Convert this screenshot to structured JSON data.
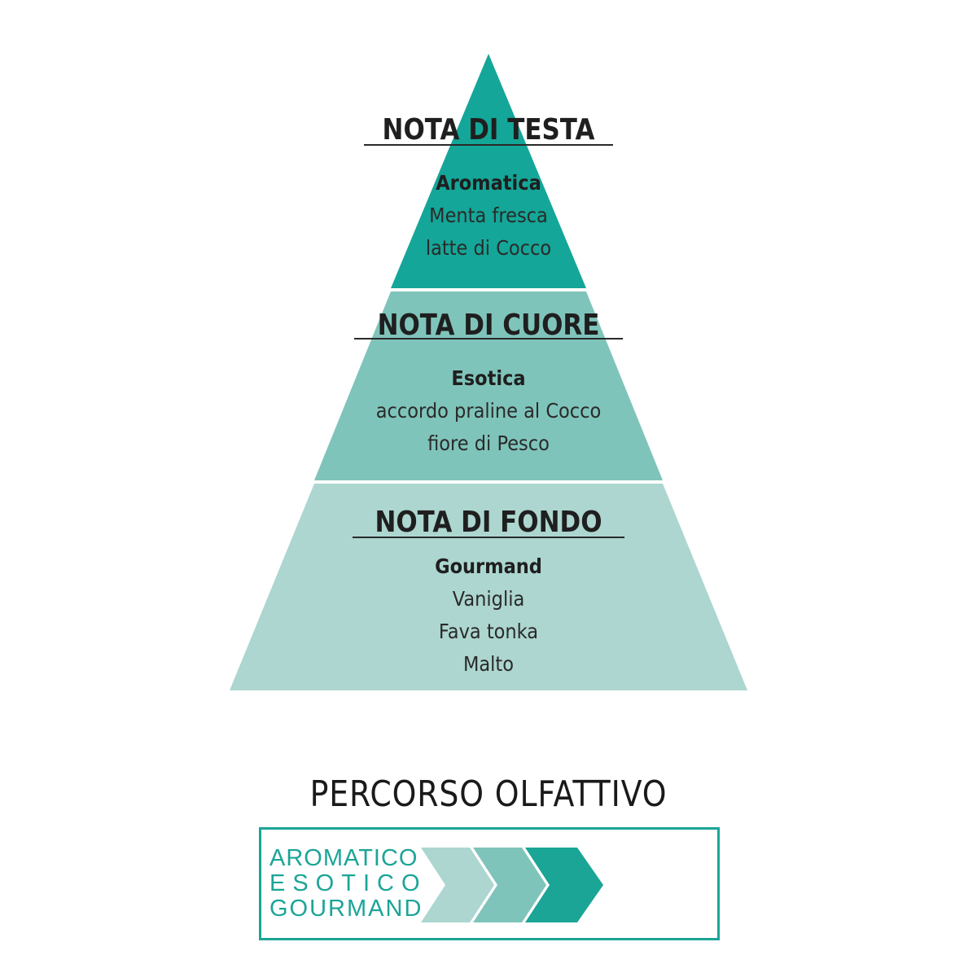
{
  "pyramid": {
    "tiers": [
      {
        "title": "NOTA DI TESTA",
        "category": "Aromatica",
        "items": [
          "Menta fresca",
          "latte di Cocco"
        ],
        "color": "#14a698"
      },
      {
        "title": "NOTA DI CUORE",
        "category": "Esotica",
        "items": [
          "accordo praline al Cocco",
          "fiore di Pesco"
        ],
        "color": "#7fc4ba"
      },
      {
        "title": "NOTA DI FONDO",
        "category": "Gourmand",
        "items": [
          "Vaniglia",
          "Fava tonka",
          "Malto"
        ],
        "color": "#acd6cf"
      }
    ]
  },
  "percorso": {
    "title": "PERCORSO OLFATTIVO",
    "words": [
      "AROMATICO",
      "ESOTICO",
      "GOURMAND"
    ],
    "border_color": "#1ba597",
    "text_color": "#1ba597",
    "chevron_colors": [
      "#acd6cf",
      "#7fc4ba",
      "#1ba597"
    ]
  }
}
